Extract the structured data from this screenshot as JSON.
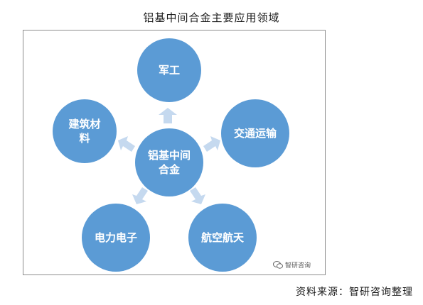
{
  "title": "铝基中间合金主要应用领域",
  "nodes": {
    "center": "铝基中间合金",
    "top": "军工",
    "right": "交通运输",
    "bottom_right": "航空航天",
    "bottom_left": "电力电子",
    "left": "建筑材料"
  },
  "watermark": "智研咨询",
  "source": "资料来源：智研咨询整理",
  "colors": {
    "circle_fill": "#5b9bd5",
    "arrow_fill": "#c5d9ef",
    "frame_border": "#8c8c8c"
  }
}
